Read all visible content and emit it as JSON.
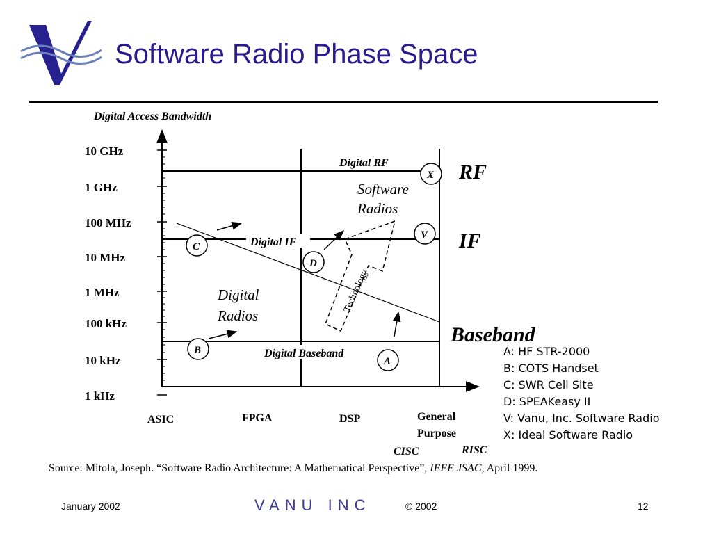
{
  "slide": {
    "title": "Software Radio Phase Space",
    "colors": {
      "title": "#2a1a8c",
      "logo_blue": "#27208f",
      "logo_wave": "#6b7fb8"
    }
  },
  "diagram": {
    "y_axis_title": "Digital Access Bandwidth",
    "y_ticks": [
      "10 GHz",
      "1 GHz",
      "100 MHz",
      "10 MHz",
      "1 MHz",
      "100 kHz",
      "10 kHz",
      "1 kHz"
    ],
    "x_categories": [
      "ASIC",
      "FPGA",
      "DSP",
      "General",
      "Purpose"
    ],
    "x_sub": [
      "CISC",
      "RISC"
    ],
    "levels": {
      "rf": "Digital RF",
      "if": "Digital IF",
      "baseband": "Digital Baseband"
    },
    "big_labels": {
      "rf": "RF",
      "if": "IF",
      "baseband": "Baseband"
    },
    "regions": {
      "software_radios": [
        "Software",
        "Radios"
      ],
      "digital_radios": [
        "Digital",
        "Radios"
      ]
    },
    "technology": "Technology",
    "points": {
      "X": "X",
      "V": "V",
      "C": "C",
      "D": "D",
      "B": "B",
      "A": "A"
    }
  },
  "legend": [
    "A:  HF STR-2000",
    "B:  COTS Handset",
    "C:  SWR Cell Site",
    "D:  SPEAKeasy II",
    "V:  Vanu, Inc. Software Radio",
    "X:  Ideal Software Radio"
  ],
  "source": {
    "prefix": "Source: Mitola, Joseph. “Software Radio Architecture: A Mathematical Perspective”, ",
    "journal": "IEEE JSAC",
    "suffix": ", April 1999."
  },
  "footer": {
    "date": "January 2002",
    "company": "VANU INC",
    "copyright": "© 2002",
    "page": "12"
  }
}
